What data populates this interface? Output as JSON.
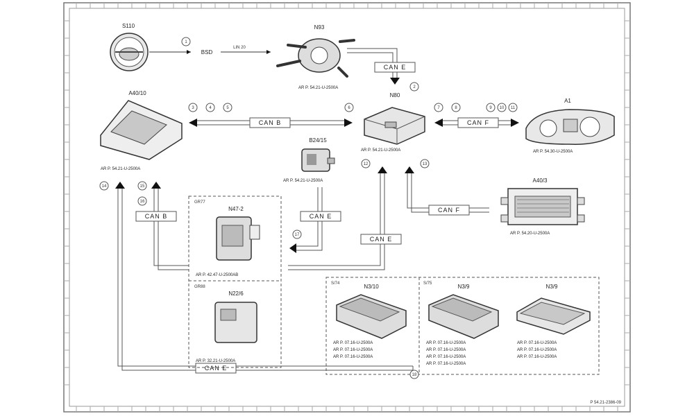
{
  "diagram": {
    "components": {
      "steering_wheel": "S110",
      "n80": "N80",
      "n93": "N93",
      "a40_10": "A40/10",
      "a1": "A1",
      "b24_15": "B24/15",
      "a40_3": "A40/3",
      "n47_2": "N47-2",
      "n22_6": "N22/6",
      "n3_10": "N3/10",
      "n3_9": "N3/9",
      "n3_9b": "N3/9"
    },
    "groups": {
      "g1": "GR77",
      "g2": "GR88",
      "g3": "S/74",
      "g4": "S/75"
    },
    "refs": {
      "n80_ref": "AR P. 54.21-U-2500A",
      "n93_ref": "AR P. 54.21-U-2500A",
      "a40_10_ref": "AR P. 54.21-U-2500A",
      "a1_ref": "AR P. 54.30-U-2500A",
      "b24_15_ref": "AR P. 54.21-U-2500A",
      "a40_3_ref": "AR P. 54.20-U-2500A",
      "n47_2_ref": "AR P. 42.47-U-2500AB",
      "n22_6_ref": "AR P. 32.21-U-2500A",
      "n3_10_refs": [
        "AR P. 07.16-U-2500A",
        "AR P. 07.16-U-2500A",
        "AR P. 07.16-U-2500A"
      ],
      "n3_9_refs": [
        "AR P. 07.16-U-2500A",
        "AR P. 07.16-U-2500A",
        "AR P. 07.16-U-2500A",
        "AR P. 07.16-U-2500A"
      ],
      "n3_9b_refs": [
        "AR P. 07.16-U-2500A",
        "AR P. 07.16-U-2500A",
        "AR P. 07.16-U-2500A"
      ]
    },
    "buses": {
      "can_e_top": "CAN E",
      "can_b_left": "CAN B",
      "can_f_right": "CAN F",
      "can_f_lower": "CAN F",
      "can_e_vertical": "CAN E",
      "can_b_vertical": "CAN B",
      "can_e_mid": "CAN E",
      "can_e_bottom": "CAN E"
    },
    "wires": {
      "w1": "BSD",
      "w2": "LIN 20"
    },
    "markers": {
      "m1": "1",
      "m2": "2",
      "m3": "3",
      "m4": "4",
      "m5": "5",
      "m6": "6",
      "m7": "7",
      "m8": "8",
      "m9": "9",
      "m10": "10",
      "m11": "11",
      "m12": "12",
      "m13": "13",
      "m14": "14",
      "m15": "15",
      "m16": "16",
      "m17": "17",
      "m18": "18"
    },
    "footer_code": "P 54.21-2386-09"
  }
}
